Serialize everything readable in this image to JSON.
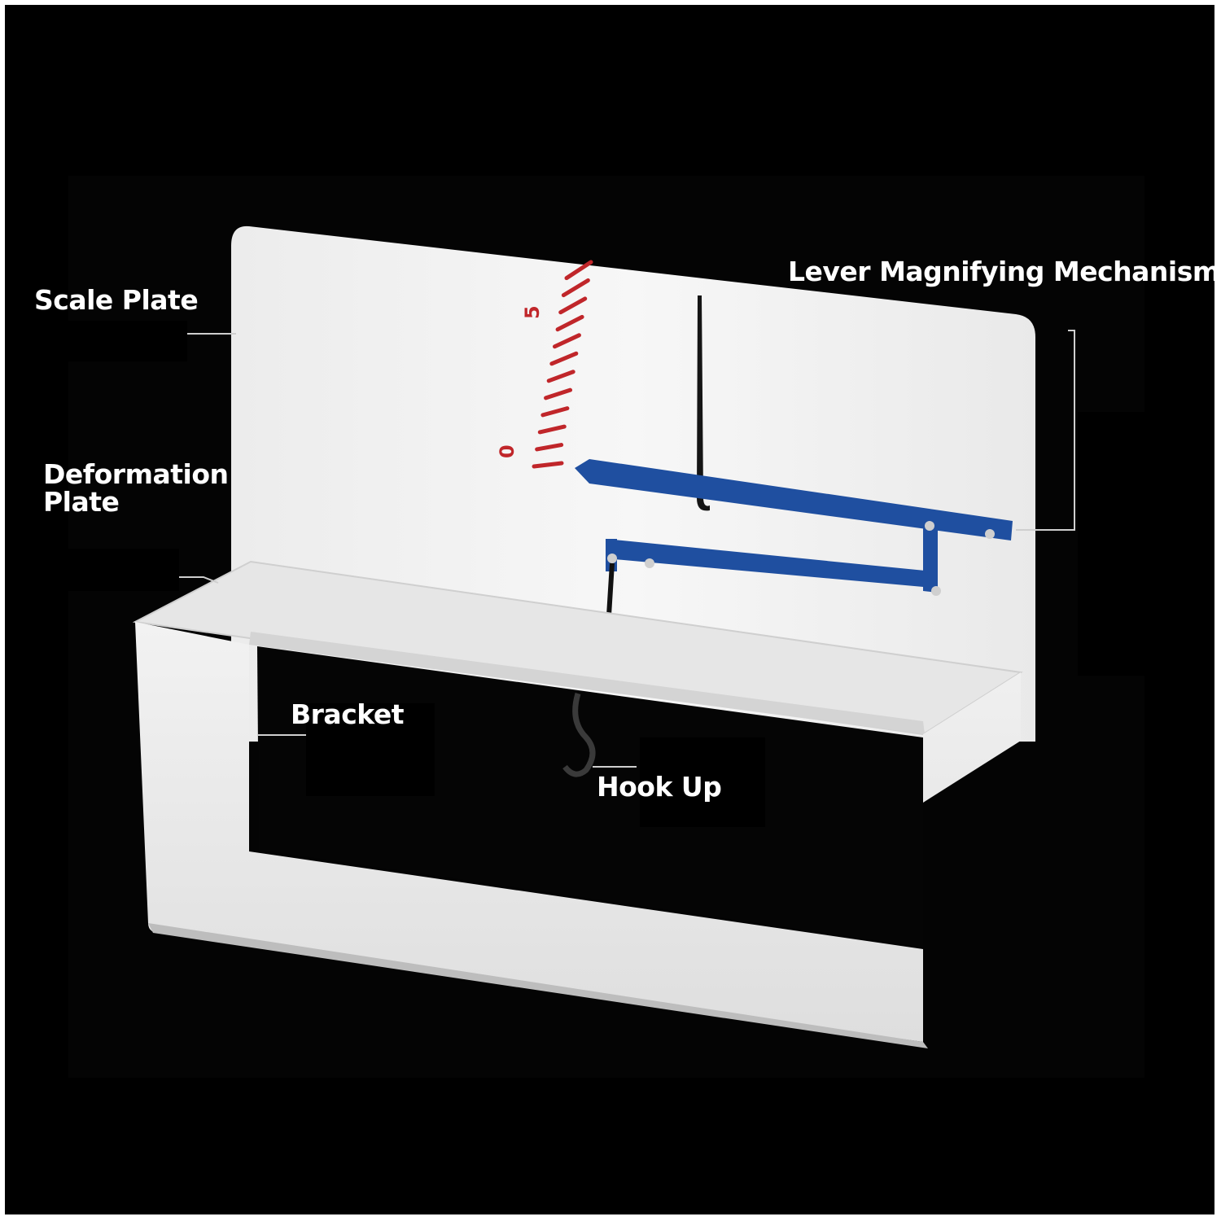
{
  "labels": {
    "scale_plate": "Scale Plate",
    "deformation_plate_line1": "Deformation",
    "deformation_plate_line2": "Plate",
    "bracket": "Bracket",
    "hook_up": "Hook Up",
    "lever_mechanism": "Lever Magnifying Mechanism"
  },
  "scale": {
    "min_label": "0",
    "mid_label": "5",
    "color": "#c0262a"
  },
  "colors": {
    "background": "#000000",
    "plate": "#f3f3f3",
    "lever": "#1f4fa0",
    "pointer": "#151515",
    "label_text": "#ffffff"
  }
}
